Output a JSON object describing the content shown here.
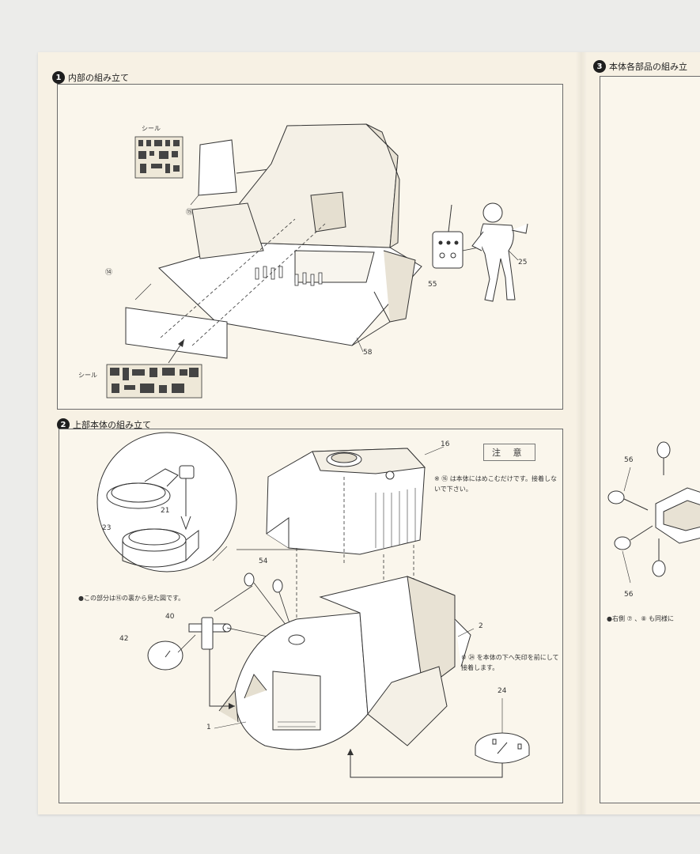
{
  "steps": [
    {
      "num": "1",
      "title": "内部の組み立て"
    },
    {
      "num": "2",
      "title": "上部本体の組み立て"
    },
    {
      "num": "3",
      "title": "本体各部品の組み立"
    }
  ],
  "panel1": {
    "sticker_top": "シール",
    "sticker_bottom": "シール",
    "parts": {
      "p15": "⑮",
      "p14": "⑭",
      "p58": "58",
      "p55": "55",
      "p25": "25"
    }
  },
  "panel2": {
    "parts": {
      "p16": "16",
      "p21": "21",
      "p23": "23",
      "p54": "54",
      "p40": "40",
      "p42": "42",
      "p2": "2",
      "p24": "24",
      "p1": "1"
    },
    "inset_note": "●この部分は⑯の裏から見た図です。",
    "caution_title": "注 意",
    "caution_text": "※ ⑯ は本体にはめこむだけです。接着しないで下さい。",
    "note24": "※ ㉔ を本体の下へ矢印を前にして接着します。"
  },
  "panel3": {
    "parts": {
      "p56a": "56",
      "p56b": "56"
    },
    "note": "●右側 ⑦ 、⑧ も同様に"
  }
}
